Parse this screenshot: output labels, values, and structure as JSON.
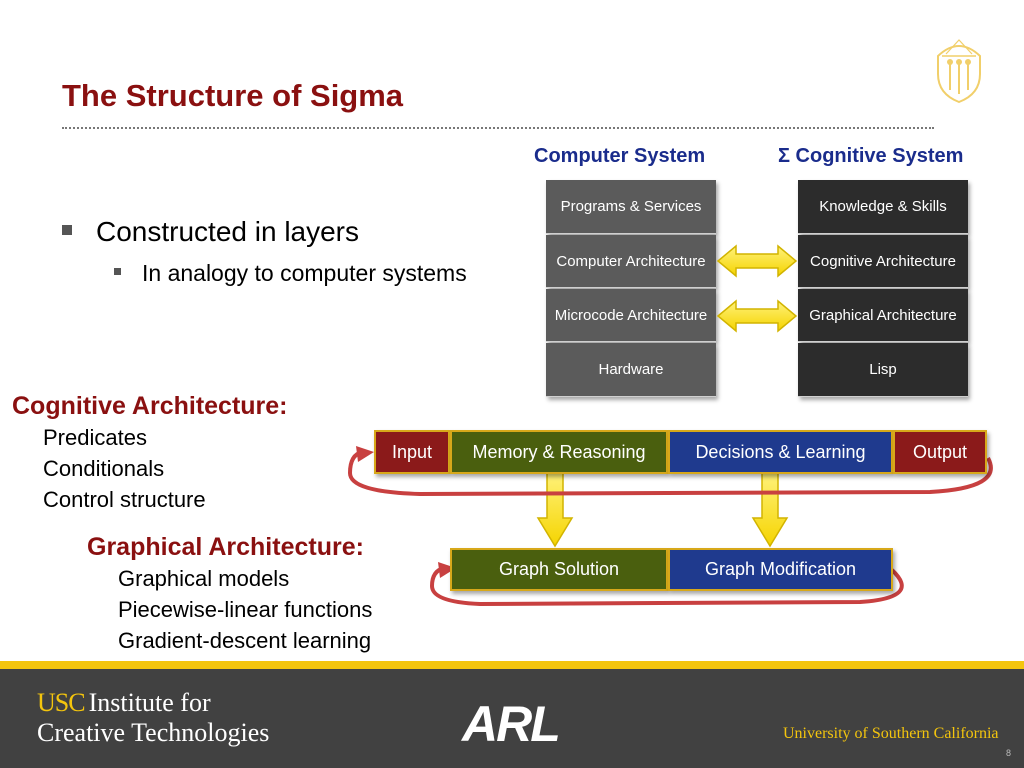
{
  "slide": {
    "title": "The Structure of Sigma",
    "page_number": "8"
  },
  "bullets": {
    "level1": "Constructed in layers",
    "level2": "In analogy to computer systems"
  },
  "computer_system": {
    "heading": "Computer System",
    "layers": [
      "Programs & Services",
      "Computer Architecture",
      "Microcode Architecture",
      "Hardware"
    ]
  },
  "cognitive_system": {
    "heading": "Σ Cognitive System",
    "layers": [
      "Knowledge & Skills",
      "Cognitive Architecture",
      "Graphical Architecture",
      "Lisp"
    ]
  },
  "cognitive_architecture": {
    "heading": "Cognitive Architecture:",
    "items": [
      "Predicates",
      "Conditionals",
      "Control structure"
    ]
  },
  "graphical_architecture": {
    "heading": "Graphical Architecture:",
    "items": [
      "Graphical models",
      "Piecewise-linear functions",
      "Gradient-descent learning"
    ]
  },
  "pipeline": {
    "top": [
      "Input",
      "Memory & Reasoning",
      "Decisions & Learning",
      "Output"
    ],
    "bottom": [
      "Graph Solution",
      "Graph Modification"
    ]
  },
  "footer": {
    "ict_usc": "USC",
    "ict_line1": "Institute for",
    "ict_line2": "Creative Technologies",
    "arl": "ARL",
    "university": "University of Southern California"
  },
  "colors": {
    "title_red": "#8a1010",
    "heading_blue": "#1a2c8c",
    "gold": "#f4c50d",
    "footer_gray": "#414141"
  }
}
